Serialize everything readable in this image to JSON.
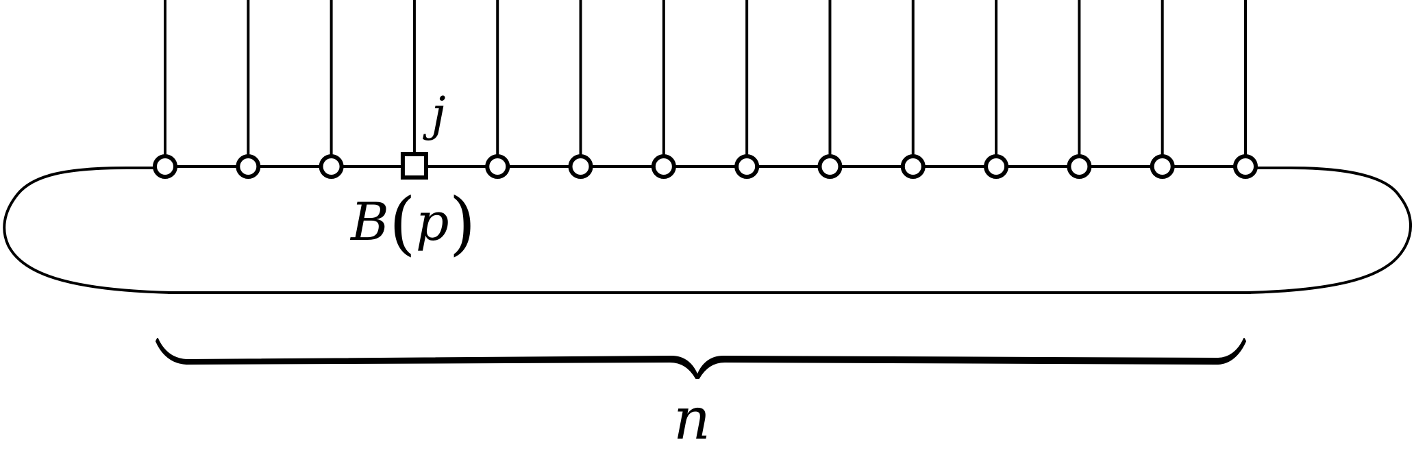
{
  "diagram": {
    "leg_label": "j",
    "boundary_label": {
      "symbol": "B",
      "open": "(",
      "arg": "p",
      "close": ")"
    },
    "brace_label": "n",
    "site_count": 14,
    "special_site_index": 3,
    "site_kinds": [
      "circle",
      "circle",
      "circle",
      "square",
      "circle",
      "circle",
      "circle",
      "circle",
      "circle",
      "circle",
      "circle",
      "circle",
      "circle",
      "circle"
    ]
  }
}
